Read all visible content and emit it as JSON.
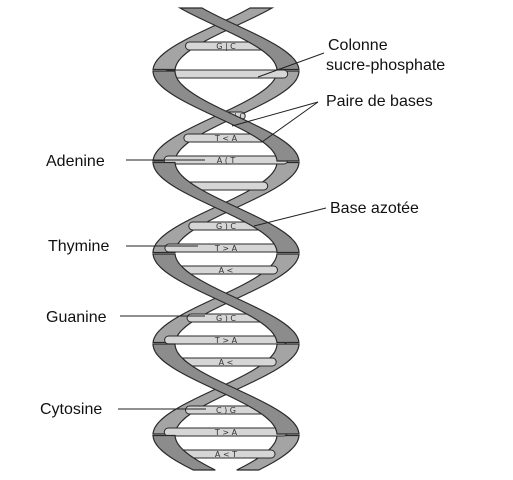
{
  "labels": {
    "backbone_line1": "Colonne",
    "backbone_line2": "sucre-phosphate",
    "base_pair": "Paire de bases",
    "nitrogen_base": "Base azotée",
    "adenine": "Adenine",
    "thymine": "Thymine",
    "guanine": "Guanine",
    "cytosine": "Cytosine"
  },
  "pairs": [
    "G | C",
    "",
    "G | C",
    "T < A",
    "A ( T",
    "",
    "G ) C",
    "T > A",
    "A <",
    "G ) C",
    "T > A",
    "A <",
    "C ) G",
    "T > A",
    "A < T"
  ],
  "colors": {
    "strand_fill": "#8c8c8c",
    "strand_edge": "#2a2a2a",
    "rung_fill": "#d6d6d6",
    "text": "#111111",
    "line": "#222222"
  }
}
